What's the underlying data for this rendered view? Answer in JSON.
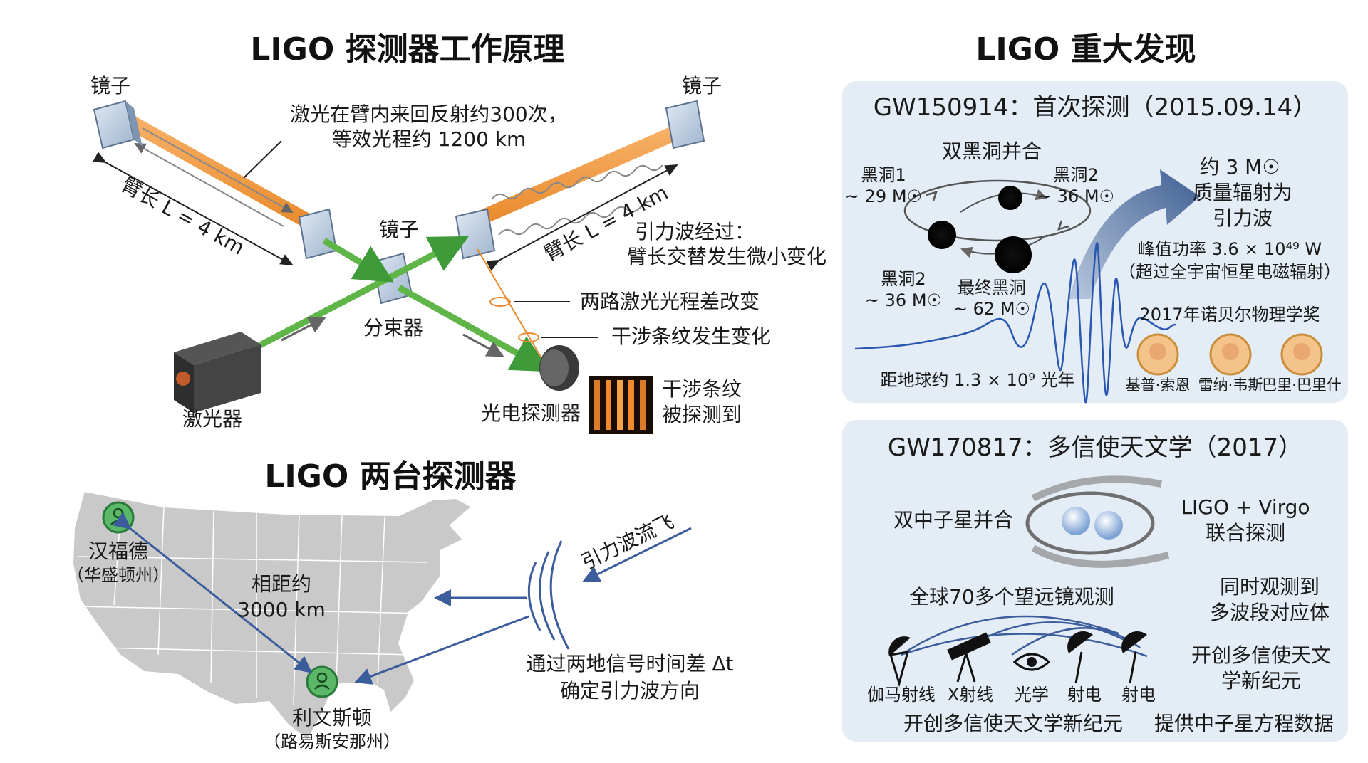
{
  "left": {
    "title_principle": "LIGO 探测器工作原理",
    "mirror_tl": "镜子",
    "mirror_tr": "镜子",
    "mirror_center": "镜子",
    "bounce_note_1": "激光在臂内来回反射约300次，",
    "bounce_note_2": "等效光程约 1200 km",
    "arm_left": "臂长 L = 4 km",
    "arm_right": "臂长 L = 4 km",
    "gw_pass_1": "引力波经过：",
    "gw_pass_2": "臂长交替发生微小变化",
    "path_change": "两路激光光程差改变",
    "fringe_change": "干涉条纹发生变化",
    "beamsplitter": "分束器",
    "laser": "激光器",
    "photodetector": "光电探测器",
    "fringe_detected_1": "干涉条纹",
    "fringe_detected_2": "被探测到",
    "title_two": "LIGO 两台探测器",
    "hanford": "汉福德",
    "hanford_state": "（华盛顿州）",
    "distance_1": "相距约",
    "distance_2": "3000 km",
    "livingston": "利文斯顿",
    "livingston_state": "（路易斯安那州）",
    "gw_incoming": "引力波流飞",
    "direction_1": "通过两地信号时间差 Δt",
    "direction_2": "确定引力波方向"
  },
  "right": {
    "title": "LIGO 重大发现",
    "gw150914": {
      "heading": "GW150914：首次探测（2015.09.14）",
      "merger": "双黑洞并合",
      "bh1": "黑洞1",
      "bh1_mass": "~ 29 M☉",
      "bh2": "黑洞2",
      "bh2_mass": "~ 36 M☉",
      "bh2b": "黑洞2",
      "bh2b_mass": "~ 36 M☉",
      "final": "最终黑洞",
      "final_mass": "~ 62 M☉",
      "radiated_1": "约 3 M☉",
      "radiated_2": "质量辐射为",
      "radiated_3": "引力波",
      "peak_1": "峰值功率 3.6 × 10⁴⁹ W",
      "peak_2": "（超过全宇宙恒星电磁辐射）",
      "distance": "距地球约 1.3 × 10⁹ 光年",
      "nobel": "2017年诺贝尔物理学奖",
      "laureates": [
        "基普·索恩",
        "雷纳·韦斯",
        "巴里·巴里什"
      ]
    },
    "gw170817": {
      "heading": "GW170817：多信使天文学（2017）",
      "merger": "双中子星并合",
      "joint_1": "LIGO + Virgo",
      "joint_2": "联合探测",
      "telescopes": "全球70多个望远镜观测",
      "simul_1": "同时观测到",
      "simul_2": "多波段对应体",
      "new_era_1": "开创多信使天文",
      "new_era_2": "学新纪元",
      "bands": [
        "伽马射线",
        "X射线",
        "光学",
        "射电",
        "射电"
      ],
      "footer_1": "开创多信使天文学新纪元",
      "footer_2": "提供中子星方程数据"
    }
  },
  "colors": {
    "laser_green": "#5fb548",
    "arm_orange": "#f49a45",
    "panel_bg": "#e4ecf5",
    "arrow_blue": "#3c5d9c",
    "map_gray": "#c9c9c9"
  }
}
